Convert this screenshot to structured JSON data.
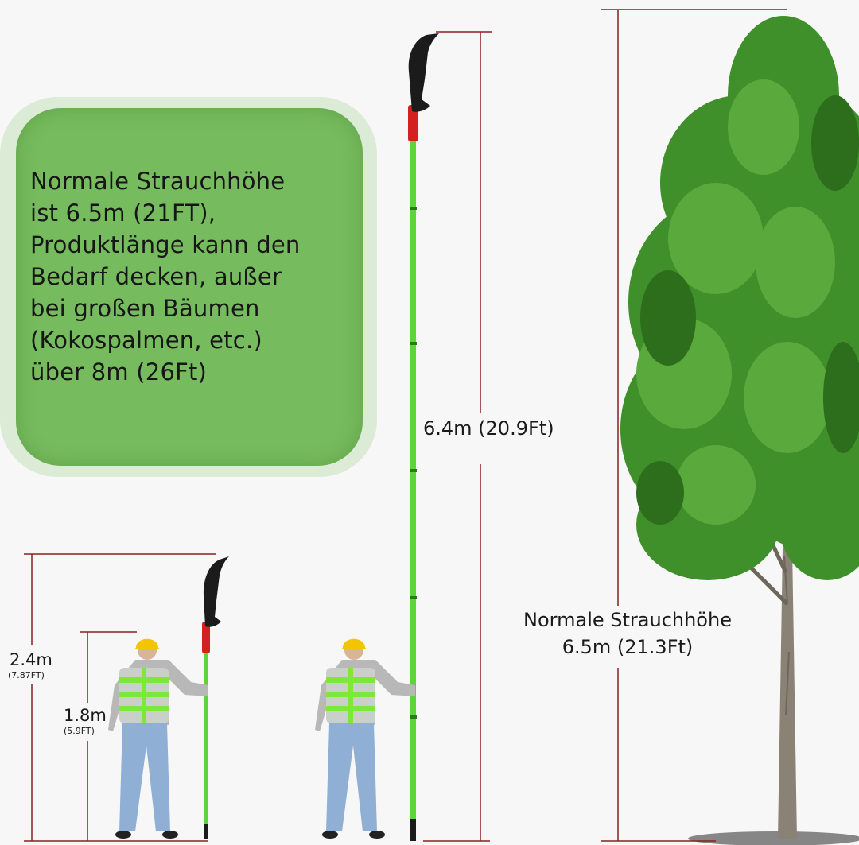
{
  "info_box": {
    "lines": [
      "Normale Strauchhöhe",
      "ist 6.5m (21FT),",
      "Produktlänge kann den",
      "Bedarf decken, außer",
      "bei großen Bäumen",
      "(Kokospalmen, etc.)",
      "über 8m (26Ft)"
    ]
  },
  "measurements": {
    "short_pole": {
      "value": "2.4m",
      "imperial": "(7.87FT)"
    },
    "person": {
      "value": "1.8m",
      "imperial": "(5.9FT)"
    },
    "long_pole": {
      "value": "6.4m (20.9Ft)"
    },
    "tree": {
      "line1": "Normale Strauchhöhe",
      "line2": "6.5m (21.3Ft)"
    }
  },
  "colors": {
    "dimension_line": "#8b1f1f",
    "pole_green": "#5fd33a",
    "saw_black": "#1b1b1b",
    "collar_red": "#d42020",
    "helmet_yellow": "#f2c500",
    "vest_green": "#7ee83a",
    "jeans_blue": "#8fb0d4",
    "shirt_grey": "#b8b8b8",
    "tree_green": "#3f8f2a"
  },
  "icons": [
    "worker-figure",
    "pole-saw",
    "tree"
  ]
}
